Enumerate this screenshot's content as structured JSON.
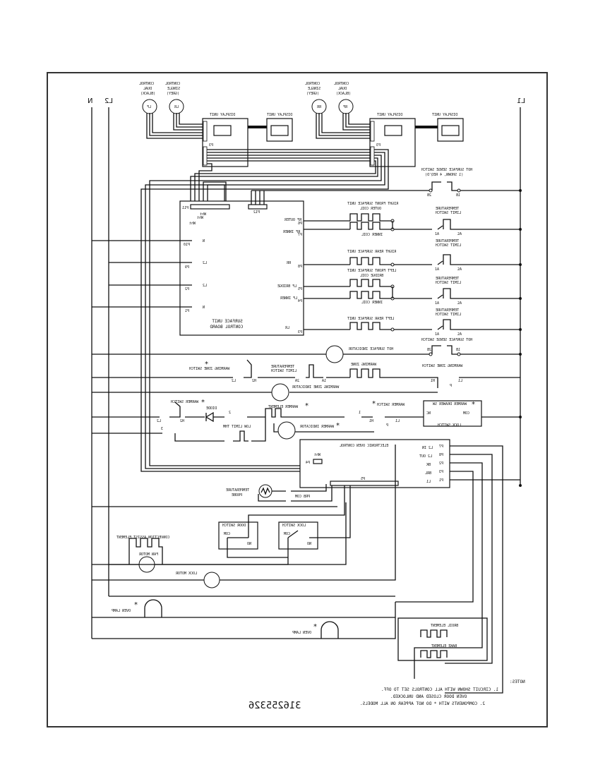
{
  "diagram": {
    "title": "Oven wiring schematic (mirrored)",
    "part_number": "316255326",
    "supply_lines": [
      "N",
      "L2",
      "L1"
    ],
    "top_controls": [
      {
        "id": "LF",
        "label": [
          "CONTROL",
          "DUAL",
          "(BLACK)"
        ]
      },
      {
        "id": "LR",
        "label": [
          "CONTROL",
          "SINGLE",
          "(GREY)"
        ]
      },
      {
        "id": "RR",
        "label": [
          "CONTROL",
          "SINGLE",
          "(GREY)"
        ]
      },
      {
        "id": "RF",
        "label": [
          "CONTROL",
          "DUAL",
          "(BLACK)"
        ]
      }
    ],
    "display_units": [
      "DISPLAY UNIT",
      "DISPLAY UNIT",
      "DISPLAY UNIT",
      "DISPLAY UNIT"
    ],
    "connectors": {
      "p3": "P3",
      "p11": "P11",
      "p12": "P12",
      "p4": "P4",
      "p5": "P5"
    },
    "control_board": {
      "title": [
        "SURFACE UNIT",
        "CONTROL BOARD"
      ],
      "left_pins": [
        {
          "pin": "P10",
          "name": "N"
        },
        {
          "pin": "P9",
          "name": "L2"
        },
        {
          "pin": "P2",
          "name": "L2"
        },
        {
          "pin": "P1",
          "name": "N"
        }
      ],
      "right_pins": [
        {
          "pin": "P6",
          "name": "RF OUTER"
        },
        {
          "pin": "P7",
          "name": "RF INNER"
        },
        {
          "pin": "P8",
          "name": "RR"
        },
        {
          "pin": "P5",
          "name": "LF BRIDGE"
        },
        {
          "pin": "P4",
          "name": "LF INNER"
        },
        {
          "pin": "P3",
          "name": "LR"
        }
      ],
      "wire_colors": [
        "Wht",
        "Wht",
        "Wht"
      ]
    },
    "hot_surface_sense_switch_top": [
      "HOT SURFACE SENSE SWITCH",
      "(1 SHOWN, 4 REQ'D)"
    ],
    "hot_surface_sense_switch": "HOT SURFACE SENSE SWITCH",
    "surface_units": [
      {
        "name": "RIGHT FRONT SURFACE UNIT",
        "coils": [
          "OUTER COIL",
          "INNER COIL"
        ]
      },
      {
        "name": "RIGHT REAR SURFACE UNIT",
        "coils": []
      },
      {
        "name": "LEFT FRONT SURFACE UNIT",
        "coils": [
          "BRIDGE COIL",
          "INNER COIL"
        ]
      },
      {
        "name": "LEFT REAR SURFACE UNIT",
        "coils": []
      }
    ],
    "limit_switch_label": [
      "TEMPERATURE",
      "LIMIT SWITCH"
    ],
    "terminal_labels": {
      "t1a": "1A",
      "t2a": "2A",
      "t1b": "1B",
      "t2b": "2B",
      "h1": "H1",
      "h2": "H2",
      "l1": "L1",
      "l2": "L2",
      "p": "P",
      "one": "1",
      "two": "2",
      "three": "3"
    },
    "hot_surface_indicator": "HOT SURFACE INDICATOR",
    "warming_zone": {
      "switch_left": "WARMING ZONE SWITCH",
      "switch_right": "WARMING ZONE SWITCH",
      "element": "WARMING ZONE",
      "indicator": "WARMING ZONE INDICATOR",
      "limit": [
        "TEMPERATURE",
        "LIMIT SWITCH"
      ]
    },
    "warmer": {
      "switch_left": "WARMER SWITCH",
      "diode": "DIODE",
      "element": "WARMER ELEMENT",
      "low_limit": "LOW LIMIT THM",
      "indicator": "WARMER INDICATOR",
      "switch_right": "WARMER SWITCH",
      "drawer_box": "WARMER DRAWER SW",
      "drawer_nc": "NC",
      "drawer_com": "COM",
      "lock_switch": "LOCK SWITCH"
    },
    "oven_control": {
      "title": "ELECTRONIC OVEN CONTROL",
      "pins": [
        {
          "pin": "P7",
          "name": "L2 IN"
        },
        {
          "pin": "P8",
          "name": "L2 OUT"
        },
        {
          "pin": "P2",
          "name": "BK"
        },
        {
          "pin": "P3",
          "name": "BRL"
        },
        {
          "pin": "P1",
          "name": "L1"
        }
      ],
      "p4_wire": "Wht"
    },
    "probe": {
      "label": [
        "TEMPERATURE",
        "PROBE"
      ],
      "connector": "PRB COM"
    },
    "door_switch": {
      "title": "DOOR SWITCH",
      "com": "COM",
      "no": "NO"
    },
    "lock_switch": {
      "title": "LOCK SWITCH",
      "com": "COM",
      "no": "NO"
    },
    "convection": {
      "element": "CONVECTION ASSIST ELEMENT",
      "fan": "FAN MOTOR",
      "lock_motor": "LOCK MOTOR"
    },
    "oven_lamps": [
      "OVEN LAMP",
      "OVEN LAMP"
    ],
    "bake_broil": {
      "broil": "BROIL ELEMENT",
      "bake": "BAKE ELEMENT"
    },
    "asterisk": "*",
    "notes": {
      "heading": "NOTES:",
      "items": [
        "1.  CIRCUIT SHOWN WITH ALL CONTROLS SET TO OFF.",
        "     OVEN DOOR CLOSED AND UNLOCKED.",
        "2.  COMPONENTS WITH  *  DO NOT APPEAR ON ALL MODELS."
      ]
    }
  }
}
